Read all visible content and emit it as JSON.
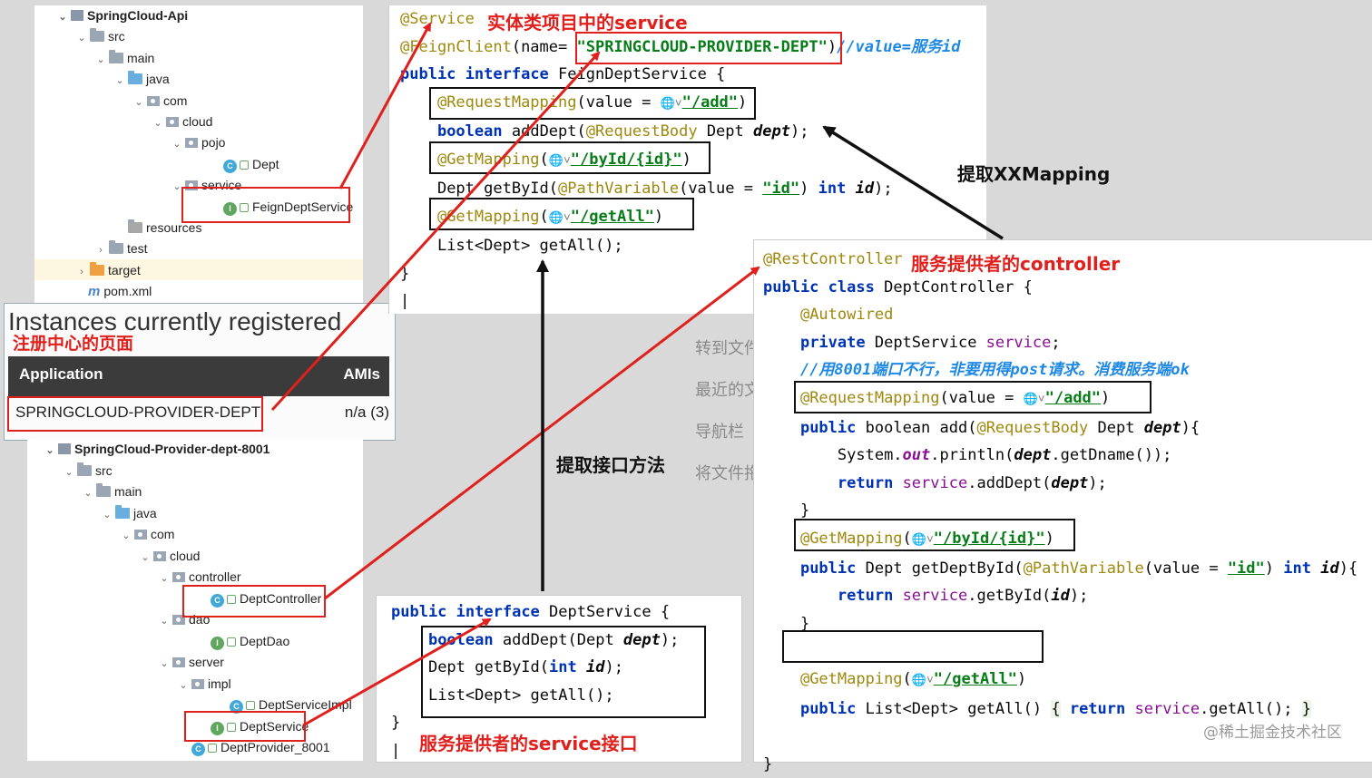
{
  "api_tree": {
    "items": [
      {
        "label": "SpringCloud-Api",
        "type": "project",
        "indent": 0,
        "arrow": "v",
        "bold": true
      },
      {
        "label": "src",
        "type": "folder",
        "indent": 1,
        "arrow": "v"
      },
      {
        "label": "main",
        "type": "folder",
        "indent": 2,
        "arrow": "v"
      },
      {
        "label": "java",
        "type": "folder-blue",
        "indent": 3,
        "arrow": "v"
      },
      {
        "label": "com",
        "type": "pkg",
        "indent": 4,
        "arrow": "v"
      },
      {
        "label": "cloud",
        "type": "pkg",
        "indent": 5,
        "arrow": "v"
      },
      {
        "label": "pojo",
        "type": "pkg",
        "indent": 6,
        "arrow": "v"
      },
      {
        "label": "Dept",
        "type": "class",
        "indent": 8,
        "arrow": ""
      },
      {
        "label": "service",
        "type": "pkg",
        "indent": 6,
        "arrow": "v"
      },
      {
        "label": "FeignDeptService",
        "type": "interface",
        "indent": 8,
        "arrow": ""
      },
      {
        "label": "resources",
        "type": "folder-res",
        "indent": 3,
        "arrow": ""
      },
      {
        "label": "test",
        "type": "folder",
        "indent": 2,
        "arrow": ">"
      },
      {
        "label": "target",
        "type": "folder-orange",
        "indent": 1,
        "arrow": ">"
      },
      {
        "label": "pom.xml",
        "type": "maven",
        "indent": 1,
        "arrow": ""
      }
    ]
  },
  "eureka": {
    "title": "Instances currently registered",
    "label_cn": "注册中心的页面",
    "col_app": "Application",
    "col_amis": "AMIs",
    "row_app": "SPRINGCLOUD-PROVIDER-DEPT",
    "row_amis": "n/a (3)"
  },
  "provider_tree": {
    "items": [
      {
        "label": "SpringCloud-Provider-dept-8001",
        "type": "project",
        "indent": 0,
        "arrow": "v",
        "bold": true
      },
      {
        "label": "src",
        "type": "folder",
        "indent": 1,
        "arrow": "v"
      },
      {
        "label": "main",
        "type": "folder",
        "indent": 2,
        "arrow": "v"
      },
      {
        "label": "java",
        "type": "folder-blue",
        "indent": 3,
        "arrow": "v"
      },
      {
        "label": "com",
        "type": "pkg",
        "indent": 4,
        "arrow": "v"
      },
      {
        "label": "cloud",
        "type": "pkg",
        "indent": 5,
        "arrow": "v"
      },
      {
        "label": "controller",
        "type": "pkg",
        "indent": 6,
        "arrow": "v"
      },
      {
        "label": "DeptController",
        "type": "class",
        "indent": 8,
        "arrow": ""
      },
      {
        "label": "dao",
        "type": "pkg",
        "indent": 6,
        "arrow": "v"
      },
      {
        "label": "DeptDao",
        "type": "interface",
        "indent": 8,
        "arrow": ""
      },
      {
        "label": "server",
        "type": "pkg",
        "indent": 6,
        "arrow": "v"
      },
      {
        "label": "impl",
        "type": "pkg",
        "indent": 7,
        "arrow": "v"
      },
      {
        "label": "DeptServiceImpl",
        "type": "class",
        "indent": 9,
        "arrow": ""
      },
      {
        "label": "DeptService",
        "type": "interface",
        "indent": 8,
        "arrow": ""
      },
      {
        "label": "DeptProvider_8001",
        "type": "class",
        "indent": 7,
        "arrow": ""
      }
    ]
  },
  "labels": {
    "feign_label": "实体类项目中的service",
    "controller_label": "服务提供者的controller",
    "service_if_label": "服务提供者的service接口",
    "extract_mapping": "提取XXMapping",
    "extract_methods": "提取接口方法",
    "watermark": "@稀土掘金技术社区"
  },
  "background_menu": [
    "转到文件",
    "最近的文",
    "导航栏",
    "将文件拖"
  ],
  "feign_code": {
    "ann_service": "@Service",
    "ann_feign": "@FeignClient",
    "feign_attr": "(name= ",
    "service_name": "\"SPRINGCLOUD-PROVIDER-DEPT\"",
    "comment": "//value=服务id",
    "public": "public",
    "interface": "interface",
    "iface_name": "FeignDeptService {",
    "ann_reqmap": "@RequestMapping",
    "value_eq": "(value = ",
    "path_add": "\"/add\"",
    "kw_boolean": "boolean",
    "add_sig": "addDept(",
    "ann_reqbody": "@RequestBody",
    "dept_type": " Dept ",
    "param_dept": "dept",
    "close_semi": ");",
    "ann_get": "@GetMapping",
    "path_byid": "\"/byId/{id}\"",
    "getbyid_sig": "Dept getById(",
    "ann_pathvar": "@PathVariable",
    "pv_value": "(value = ",
    "str_id": "\"id\"",
    "kw_int": "int",
    "param_id": "id",
    "path_getall": "\"/getAll\"",
    "getall_sig": "List<Dept> getAll();",
    "close_brace": "}"
  },
  "controller_code": {
    "ann_restcontroller": "@RestController",
    "class_decl": "DeptController {",
    "ann_autowired": "@Autowired",
    "kw_private": "private",
    "svc_type": " DeptService ",
    "svc_field": "service",
    "comment": "//用8001端口不行，非要用得post请求。消费服务端ok",
    "add_decl": "boolean add(",
    "sysout_a": "System.",
    "sysout_out": "out",
    "sysout_b": ".println(",
    "sysout_c": ".getDname());",
    "kw_return": "return",
    "ret_add": ".addDept(",
    "getdept_decl": "Dept getDeptById(",
    "ret_getbyid": ".getById(",
    "getall_decl": "List<Dept> getAll() ",
    "ret_getall": ".getAll(); ",
    "kw_class": "class",
    "brace_open": "{",
    "brace_close": "}"
  },
  "service_code": {
    "decl": "DeptService {",
    "line_add": "addDept(Dept ",
    "line_getbyid": "Dept getById(",
    "line_getall": "List<Dept> getAll();"
  }
}
